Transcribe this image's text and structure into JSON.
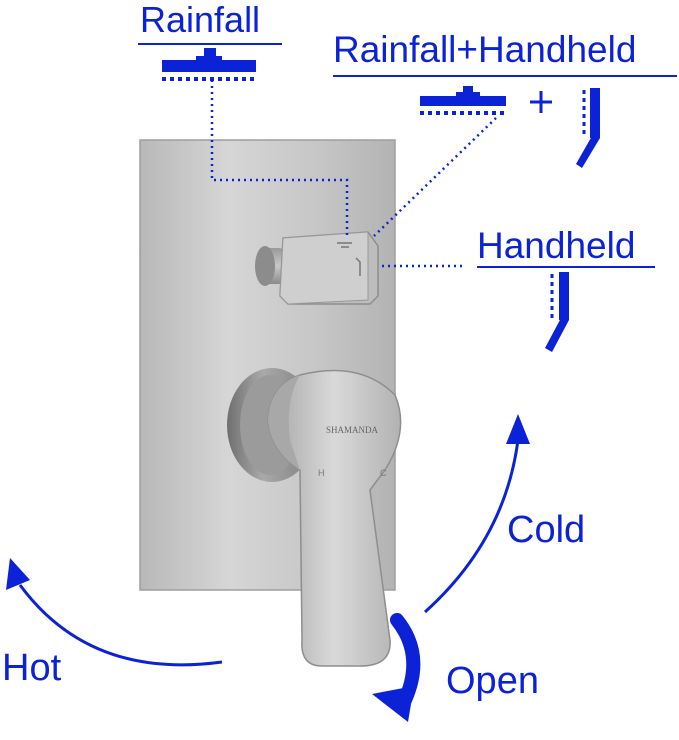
{
  "labels": {
    "rainfall": "Rainfall",
    "rainfall_handheld": "Rainfall+Handheld",
    "handheld": "Handheld",
    "cold": "Cold",
    "hot": "Hot",
    "open": "Open",
    "brand": "SHAMANDA",
    "hot_mark": "H",
    "cold_mark": "C"
  },
  "colors": {
    "annotation": "#0b22d6",
    "steel_light": "#c9c9c9",
    "steel_dark": "#8f8f8f"
  },
  "icons": [
    "rainfall-showerhead-icon",
    "handheld-shower-icon",
    "plus-icon",
    "arrow-icon"
  ]
}
